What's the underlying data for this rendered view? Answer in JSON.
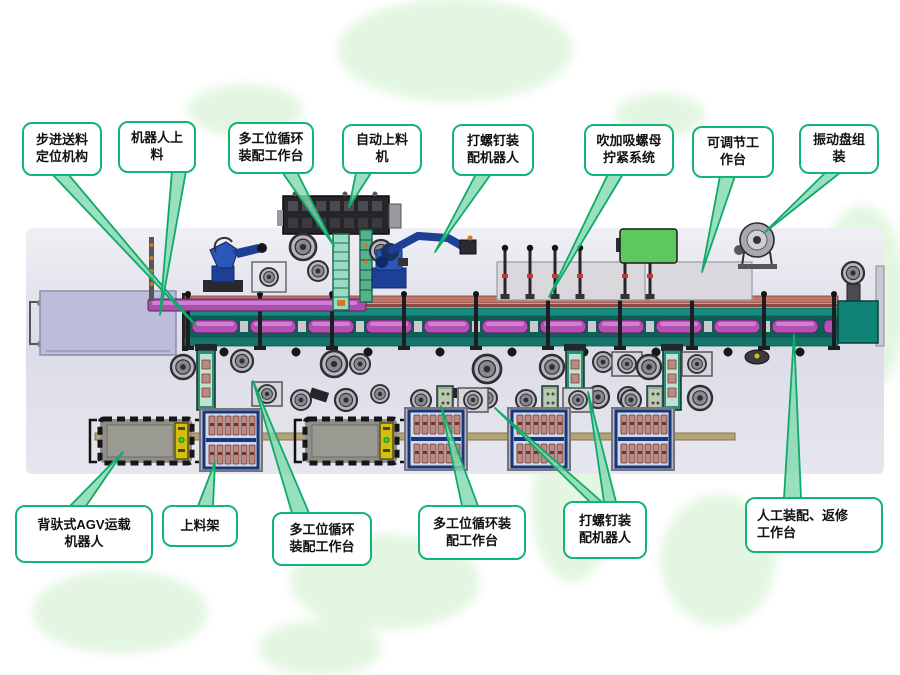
{
  "callouts": [
    {
      "id": "stepper-feed-positioning",
      "lines": [
        "步进送料",
        "定位机构"
      ]
    },
    {
      "id": "robot-loading",
      "lines": [
        "机器人上",
        "料"
      ]
    },
    {
      "id": "multi-station-cyclic-assembly-table-top",
      "lines": [
        "多工位循环",
        "装配工作台"
      ]
    },
    {
      "id": "auto-feeder-machine",
      "lines": [
        "自动上料",
        "机"
      ]
    },
    {
      "id": "screw-assembly-robot-top",
      "lines": [
        "打螺钉装",
        "配机器人"
      ]
    },
    {
      "id": "nut-blow-suction-tightening-system",
      "lines": [
        "吹加吸螺母",
        "拧紧系统"
      ]
    },
    {
      "id": "adjustable-worktable",
      "lines": [
        "可调节工",
        "作台"
      ]
    },
    {
      "id": "vibratory-bowl-assembly",
      "lines": [
        "振动盘组",
        "装"
      ]
    },
    {
      "id": "piggyback-agv-carrier-robot",
      "lines": [
        "背驮式AGV运载",
        "机器人"
      ]
    },
    {
      "id": "loading-rack",
      "lines": [
        "上料架"
      ]
    },
    {
      "id": "multi-station-cyclic-assembly-table-bottom-left",
      "lines": [
        "多工位循环",
        "装配工作台"
      ]
    },
    {
      "id": "multi-station-cyclic-assembly-table-bottom-mid",
      "lines": [
        "多工位循环装",
        "配工作台"
      ]
    },
    {
      "id": "screw-assembly-robot-bottom",
      "lines": [
        "打螺钉装",
        "配机器人"
      ]
    },
    {
      "id": "manual-assembly-rework-worktable",
      "lines": [
        "人工装配、返修",
        "工作台"
      ]
    }
  ],
  "colors": {
    "callout_border": "#12b576",
    "leader_line": "#0fa96c",
    "conveyor_teal": "#17857a",
    "roller_magenta": "#b44fb4",
    "rail_salmon": "#c0756a",
    "robot_blue": "#2a57b8",
    "panel_green": "#5cc95c",
    "block_lavender": "#bcbcdb",
    "pallet_blue": "#16367e",
    "agv_rack_yellow": "#d2bf12",
    "watermark_green": "#e2f6e0"
  }
}
